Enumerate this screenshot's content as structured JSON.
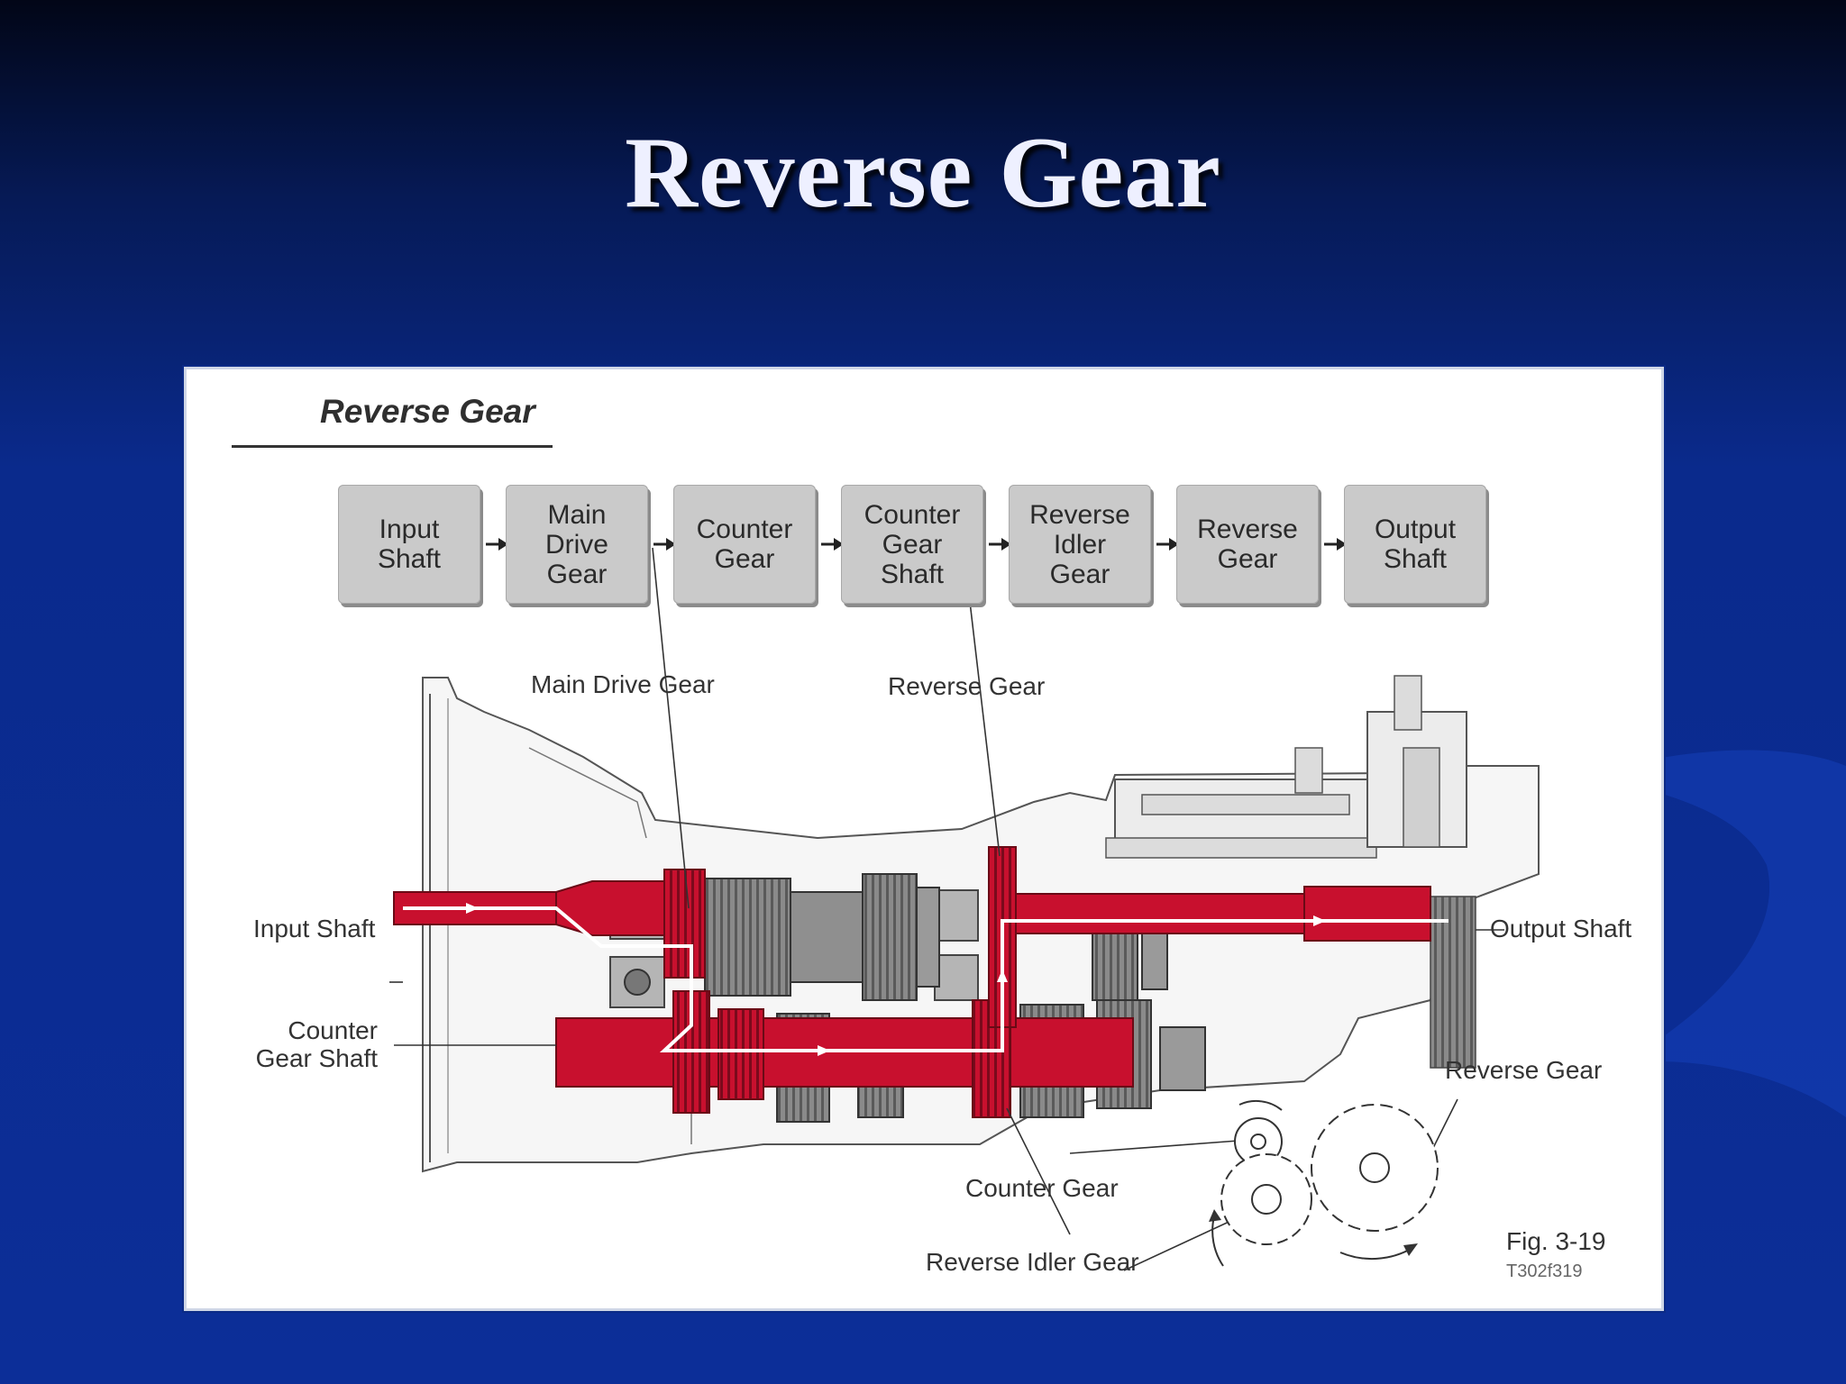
{
  "slide": {
    "title": "Reverse Gear"
  },
  "figure": {
    "heading": "Reverse Gear",
    "flow": [
      {
        "label": "Input\nShaft"
      },
      {
        "label": "Main\nDrive\nGear"
      },
      {
        "label": "Counter\nGear"
      },
      {
        "label": "Counter\nGear\nShaft"
      },
      {
        "label": "Reverse\nIdler\nGear"
      },
      {
        "label": "Reverse\nGear"
      },
      {
        "label": "Output\nShaft"
      }
    ],
    "callouts": {
      "main_drive_gear": "Main Drive Gear",
      "reverse_gear_top": "Reverse Gear",
      "input_shaft": "Input Shaft",
      "output_shaft": "Output Shaft",
      "counter_gear_shaft": "Counter\nGear Shaft",
      "reverse_gear_inset": "Reverse Gear",
      "counter_gear": "Counter Gear",
      "reverse_idler_gear": "Reverse Idler Gear"
    },
    "fig_number": "Fig. 3-19",
    "fig_code": "T302f319",
    "colors": {
      "power_path": "#c8102e",
      "background": "#0c2e98",
      "panel": "#ffffff"
    }
  }
}
